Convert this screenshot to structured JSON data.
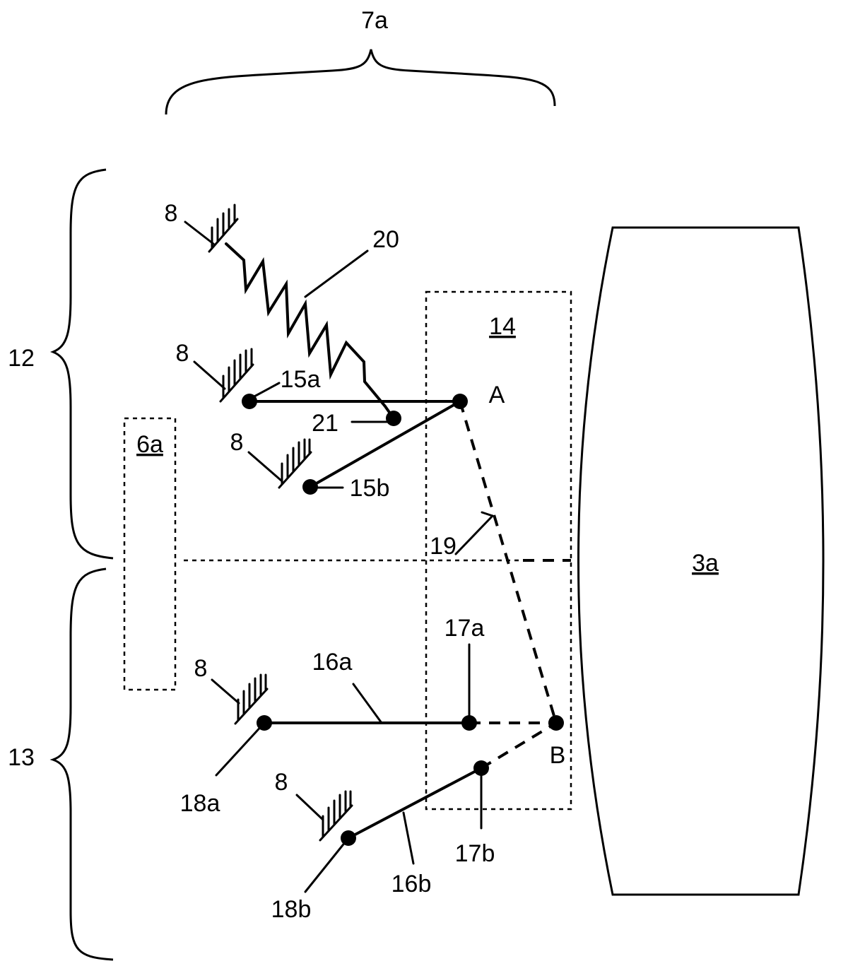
{
  "labels": {
    "group_top": "7a",
    "group_upper": "12",
    "group_lower": "13",
    "wheel": "3a",
    "region": "14",
    "side_box": "6a",
    "ground": "8",
    "spring": "20",
    "pivot_15a": "15a",
    "pivot_15b": "15b",
    "joint_21": "21",
    "point_A": "A",
    "point_B": "B",
    "link_19": "19",
    "arm_16a": "16a",
    "arm_16b": "16b",
    "joint_17a": "17a",
    "joint_17b": "17b",
    "pivot_18a": "18a",
    "pivot_18b": "18b"
  }
}
